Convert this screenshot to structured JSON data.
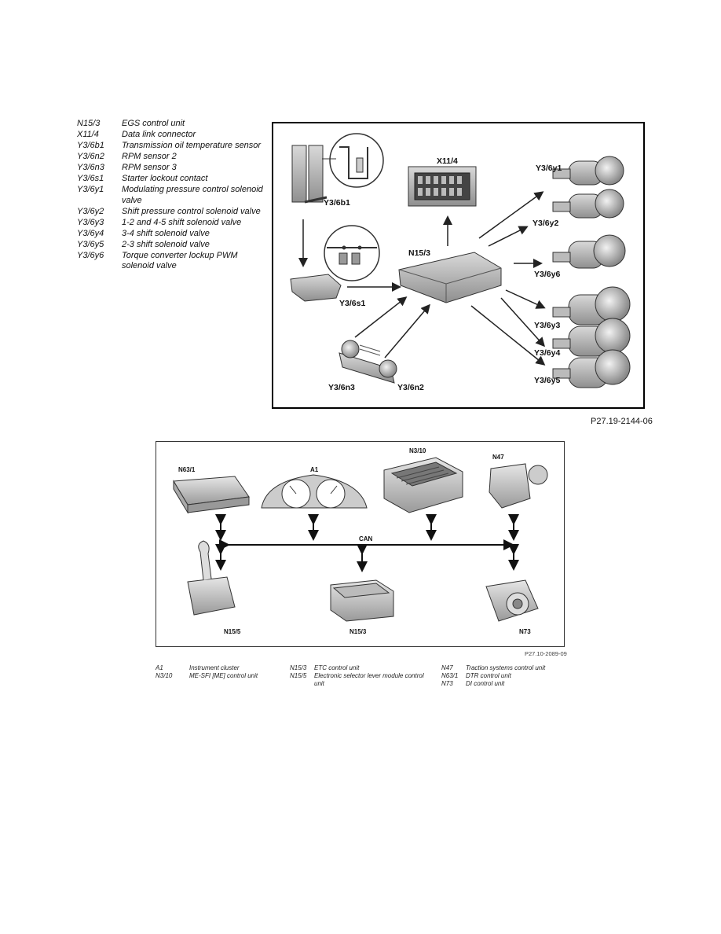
{
  "legend_top": [
    {
      "code": "N15/3",
      "desc": "EGS control unit"
    },
    {
      "code": "X11/4",
      "desc": "Data link connector"
    },
    {
      "code": "Y3/6b1",
      "desc": "Transmission oil temperature sensor"
    },
    {
      "code": "Y3/6n2",
      "desc": "RPM sensor 2"
    },
    {
      "code": "Y3/6n3",
      "desc": "RPM sensor 3"
    },
    {
      "code": "Y3/6s1",
      "desc": "Starter lockout contact"
    },
    {
      "code": "Y3/6y1",
      "desc": "Modulating pressure control solenoid valve"
    },
    {
      "code": "Y3/6y2",
      "desc": "Shift pressure control solenoid valve"
    },
    {
      "code": "Y3/6y3",
      "desc": "1-2 and 4-5 shift solenoid valve"
    },
    {
      "code": "Y3/6y4",
      "desc": "3-4 shift solenoid valve"
    },
    {
      "code": "Y3/6y5",
      "desc": "2-3 shift solenoid valve"
    },
    {
      "code": "Y3/6y6",
      "desc": "Torque converter lockup PWM solenoid valve"
    }
  ],
  "figure1": {
    "labels": {
      "y36b1": "Y3/6b1",
      "x114": "X11/4",
      "n153": "N15/3",
      "y36s1": "Y3/6s1",
      "y36n3": "Y3/6n3",
      "y36n2": "Y3/6n2",
      "y36y1": "Y3/6y1",
      "y36y2": "Y3/6y2",
      "y36y6": "Y3/6y6",
      "y36y3": "Y3/6y3",
      "y36y4": "Y3/6y4",
      "y36y5": "Y3/6y5"
    },
    "ref": "P27.19-2144-06"
  },
  "figure2": {
    "labels": {
      "n631": "N63/1",
      "a1": "A1",
      "n310": "N3/10",
      "n47": "N47",
      "can": "CAN",
      "n155": "N15/5",
      "n153": "N15/3",
      "n73": "N73"
    },
    "ref": "P27.10-2089-09"
  },
  "legend_bottom": {
    "col1": [
      {
        "code": "A1",
        "desc": "Instrument cluster"
      },
      {
        "code": "N3/10",
        "desc": "ME-SFI [ME] control unit"
      }
    ],
    "col2": [
      {
        "code": "N15/3",
        "desc": "ETC control unit"
      },
      {
        "code": "N15/5",
        "desc": "Electronic selector lever module control unit"
      }
    ],
    "col3": [
      {
        "code": "N47",
        "desc": "Traction systems control unit"
      },
      {
        "code": "N63/1",
        "desc": "DTR control unit"
      },
      {
        "code": "N73",
        "desc": "DI control unit"
      }
    ]
  }
}
